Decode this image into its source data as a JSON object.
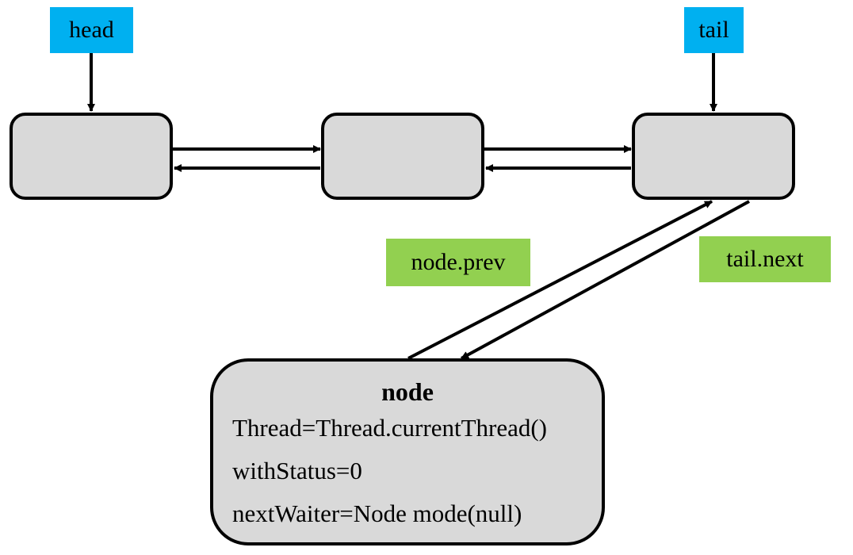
{
  "pointers": {
    "head": "head",
    "tail": "tail"
  },
  "links": {
    "node_prev": "node.prev",
    "tail_next": "tail.next"
  },
  "node": {
    "title": "node",
    "fields": [
      "Thread=Thread.currentThread()",
      "withStatus=0",
      "nextWaiter=Node mode(null)"
    ]
  },
  "colors": {
    "pointer_label": "#00b0f0",
    "link_label": "#92d050",
    "node_fill": "#d9d9d9",
    "stroke": "#000000"
  }
}
